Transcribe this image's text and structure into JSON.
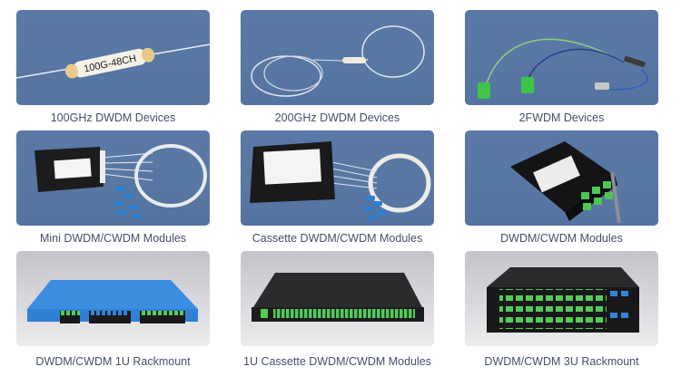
{
  "colors": {
    "card_blue": "#5877a3",
    "card_gray": "#d4d3d7",
    "caption_text": "#45506a",
    "connector_green": "#44c24a",
    "connector_blue": "#2f86d6",
    "rack_blue": "#3f8fe0"
  },
  "products": [
    {
      "caption": "100GHz DWDM Devices",
      "label_on_device": "100G-48CH"
    },
    {
      "caption": "200GHz DWDM Devices"
    },
    {
      "caption": "2FWDM Devices"
    },
    {
      "caption": "Mini DWDM/CWDM Modules"
    },
    {
      "caption": "Cassette DWDM/CWDM Modules"
    },
    {
      "caption": "DWDM/CWDM Modules"
    },
    {
      "caption": "DWDM/CWDM 1U Rackmount"
    },
    {
      "caption": "1U Cassette DWDM/CWDM Modules"
    },
    {
      "caption": "DWDM/CWDM 3U Rackmount"
    }
  ]
}
